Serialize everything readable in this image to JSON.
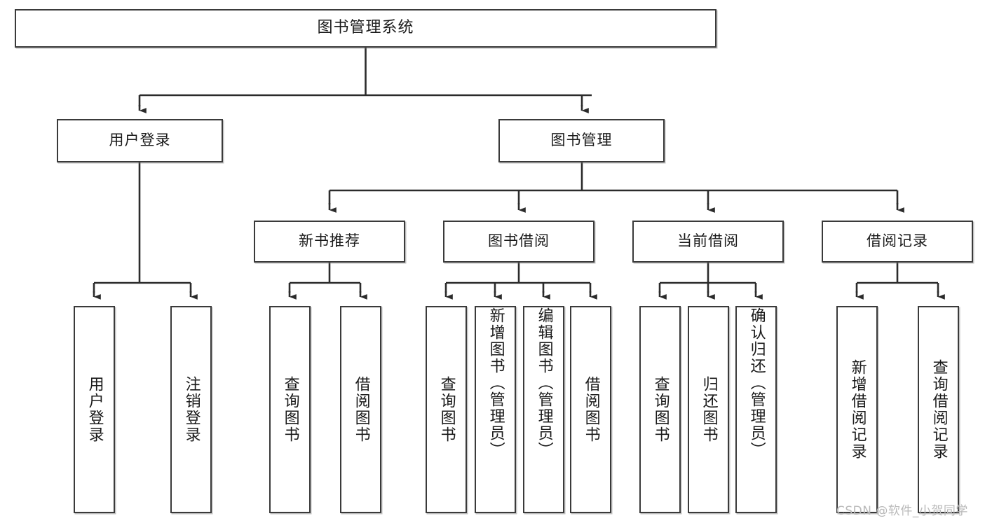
{
  "diagram": {
    "title": "图书管理系统",
    "type": "tree-hierarchy-chart",
    "root": {
      "label": "图书管理系统"
    },
    "level2": [
      {
        "label": "用户登录"
      },
      {
        "label": "图书管理"
      }
    ],
    "level3": [
      {
        "label": "新书推荐"
      },
      {
        "label": "图书借阅"
      },
      {
        "label": "当前借阅"
      },
      {
        "label": "借阅记录"
      }
    ],
    "leaves": {
      "user_login": [
        {
          "label": "用户登录"
        },
        {
          "label": "注销登录"
        }
      ],
      "new_book_recommend": [
        {
          "label": "查询图书"
        },
        {
          "label": "借阅图书"
        }
      ],
      "book_borrow": [
        {
          "label": "查询图书"
        },
        {
          "label": "新增图书（管理员）"
        },
        {
          "label": "编辑图书（管理员）"
        },
        {
          "label": "借阅图书"
        }
      ],
      "current_borrow": [
        {
          "label": "查询图书"
        },
        {
          "label": "归还图书"
        },
        {
          "label": "确认归还（管理员）"
        }
      ],
      "borrow_record": [
        {
          "label": "新增借阅记录"
        },
        {
          "label": "查询借阅记录"
        }
      ]
    }
  },
  "watermark": {
    "text": "CSDN @软件_小贺同学"
  },
  "colors": {
    "box_border": "#3a3a3a",
    "box_fill": "#ffffff",
    "line": "#2b2b2b",
    "text": "#1a1a1a",
    "watermark": "#b9b9b9"
  }
}
